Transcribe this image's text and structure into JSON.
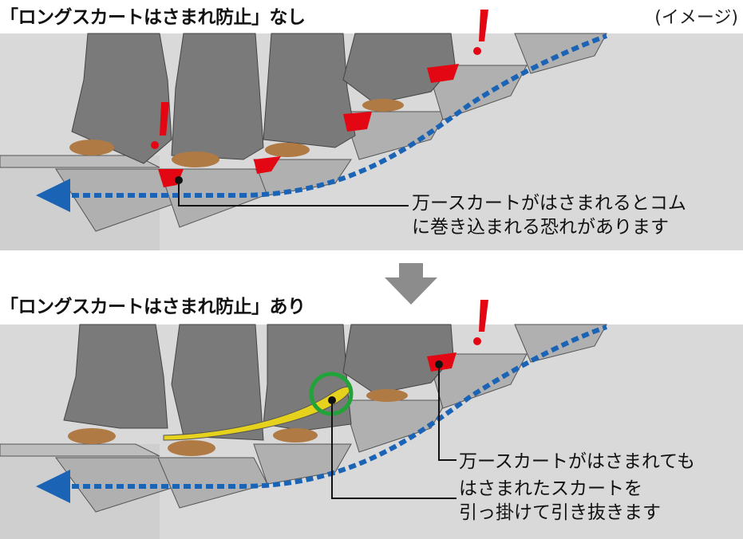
{
  "header": {
    "title_top": "「ロングスカートはさまれ防止」なし",
    "note": "(イメージ)",
    "title_bottom": "「ロングスカートはさまれ防止」あり"
  },
  "callouts": {
    "top": "万ースカートがはさまれるとコム\nに巻き込まれる恐れがあります",
    "bottom_1": "万ースカートがはさまれても",
    "bottom_2": "はさまれたスカートを\n引っ掛けて引き抜きます"
  },
  "colors": {
    "panel_bg": "#d9d9d9",
    "step_face": "#b0b0b0",
    "skirt": "#7a7a7a",
    "shoe": "#b07a45",
    "caught": "#e30613",
    "flow_arrow": "#1b63b5",
    "guard": "#e6d21c",
    "highlight_ring": "#22a33a",
    "down_arrow": "#8c8c8c"
  }
}
